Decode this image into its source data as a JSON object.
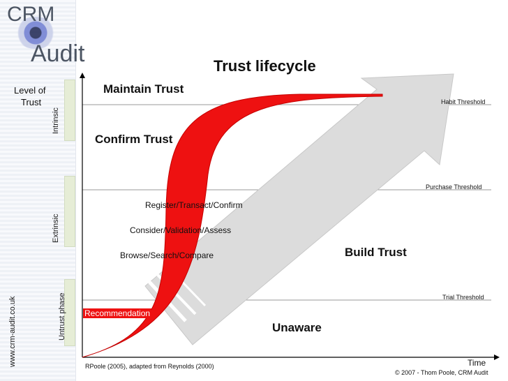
{
  "logo": {
    "line1": "CRM",
    "line2": "Audit"
  },
  "title": "Trust lifecycle",
  "axes": {
    "y_label_line1": "Level of",
    "y_label_line2": "Trust",
    "x_label": "Time"
  },
  "phases": {
    "intrinsic": "Intrinsic",
    "extrinsic": "Extrinsic",
    "untrust": "Untrust phase"
  },
  "website": "www.crm-audit.co.uk",
  "stages": {
    "maintain": "Maintain Trust",
    "confirm": "Confirm Trust",
    "build": "Build Trust",
    "unaware": "Unaware"
  },
  "steps": {
    "register": "Register/Transact/Confirm",
    "consider": "Consider/Validation/Assess",
    "browse": "Browse/Search/Compare",
    "recommendation": "Recommendation"
  },
  "thresholds": {
    "habit": "Habit Threshold",
    "purchase": "Purchase Threshold",
    "trial": "Trial Threshold"
  },
  "source": "RPoole (2005), adapted from Reynolds (2000)",
  "copyright": "© 2007 - Thom Poole, CRM Audit",
  "colors": {
    "curve": "#ee1111",
    "arrow": "#d9d9d9",
    "phase_box": "#e6edd6"
  }
}
